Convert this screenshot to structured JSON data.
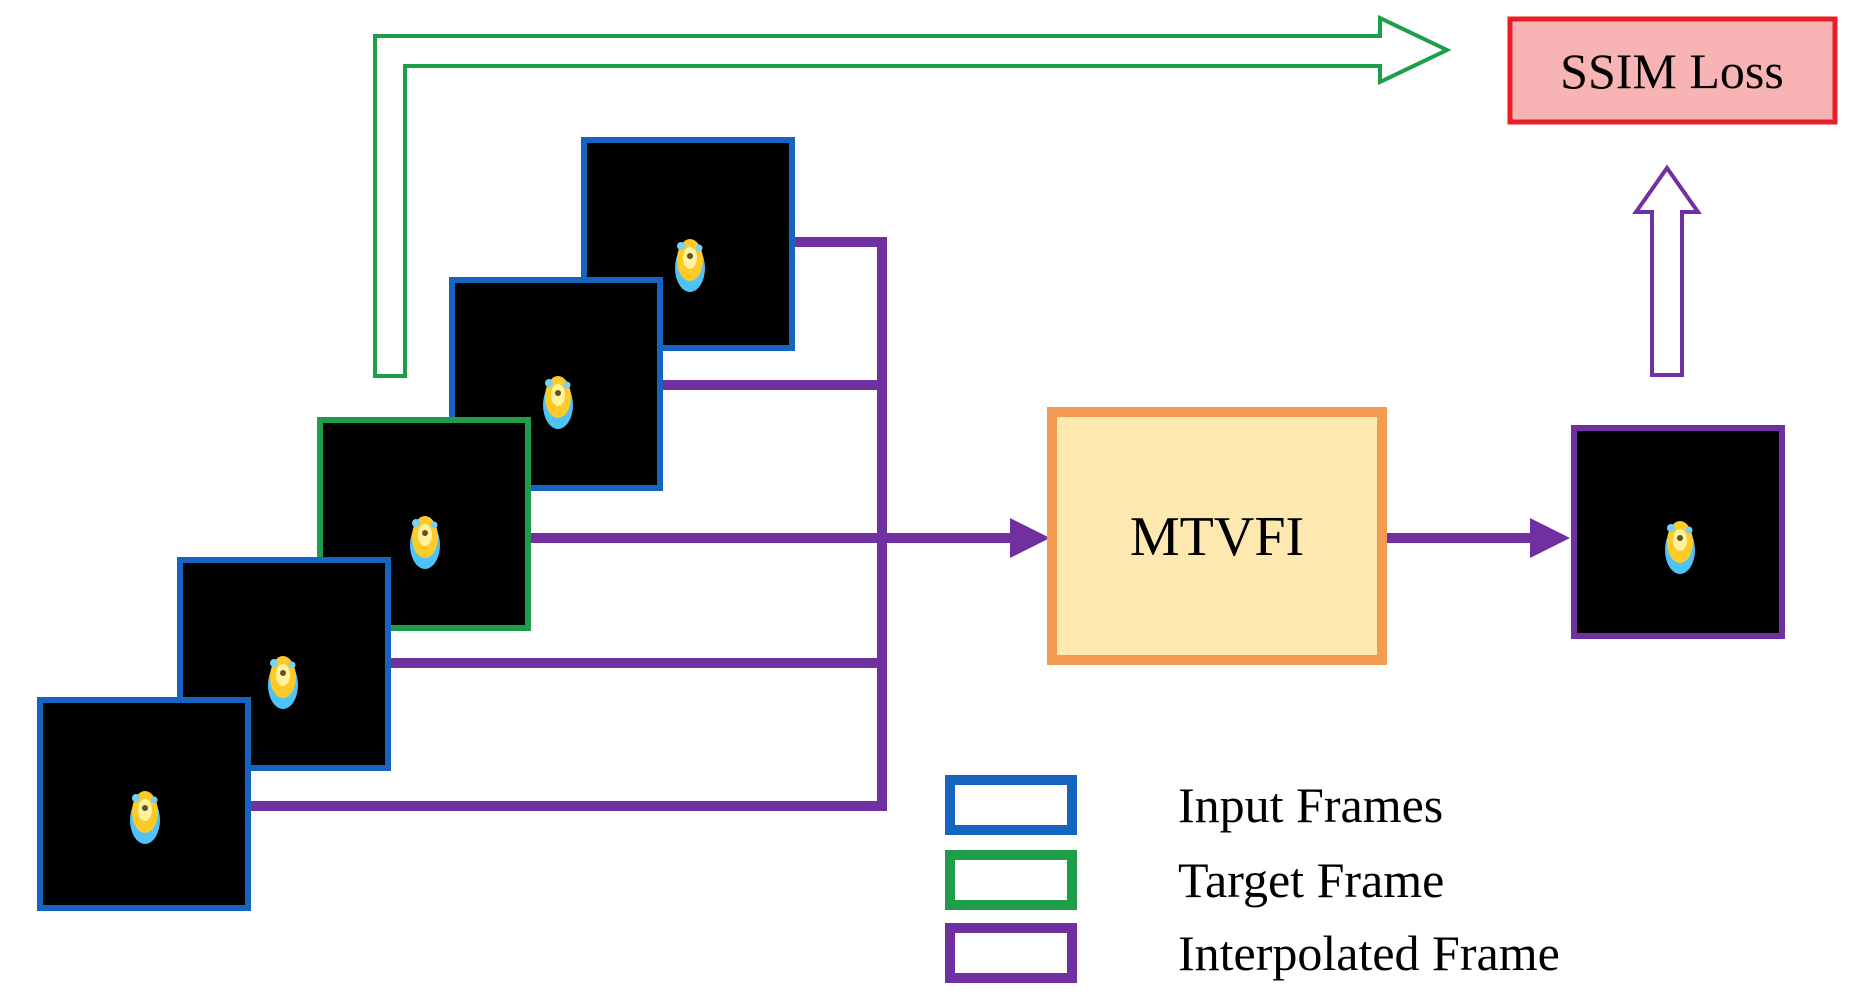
{
  "loss_box": {
    "label": "SSIM Loss"
  },
  "model_box": {
    "label": "MTVFI"
  },
  "frames": {
    "inputs": [
      "input-frame-1",
      "input-frame-2",
      "input-frame-3",
      "input-frame-4"
    ],
    "target": "target-frame",
    "output": "interpolated-frame"
  },
  "legend": {
    "items": [
      {
        "label": "Input Frames",
        "color": "#1565c0"
      },
      {
        "label": "Target Frame",
        "color": "#1e9e49"
      },
      {
        "label": "Interpolated Frame",
        "color": "#7030a0"
      }
    ]
  },
  "colors": {
    "input_border": "#1565c0",
    "target_border": "#1e9e49",
    "interp_border": "#7030a0",
    "connector": "#7030a0",
    "target_arrow": "#1e9e49",
    "model_fill": "#fde9b0",
    "model_border": "#f39b50",
    "loss_fill": "#f8b4b4",
    "loss_border": "#e81d25",
    "frame_bg": "#000000"
  }
}
